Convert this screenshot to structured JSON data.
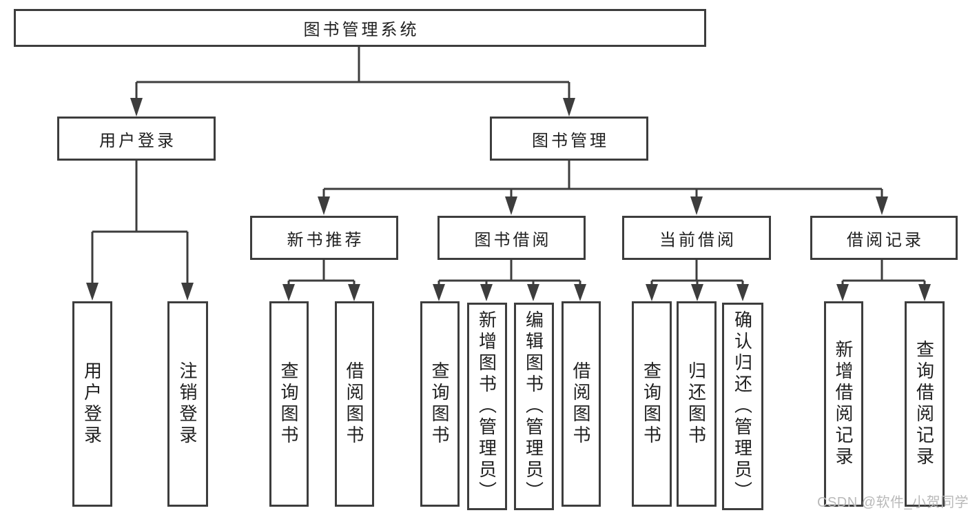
{
  "diagram_title": "图书管理系统",
  "tree": {
    "label": "图书管理系统",
    "children": [
      {
        "label": "用户登录",
        "children": [
          {
            "label": "用户登录"
          },
          {
            "label": "注销登录"
          }
        ]
      },
      {
        "label": "图书管理",
        "children": [
          {
            "label": "新书推荐",
            "children": [
              {
                "label": "查询图书"
              },
              {
                "label": "借阅图书"
              }
            ]
          },
          {
            "label": "图书借阅",
            "children": [
              {
                "label": "查询图书"
              },
              {
                "label": "新增图书（管理员）"
              },
              {
                "label": "编辑图书（管理员）"
              },
              {
                "label": "借阅图书"
              }
            ]
          },
          {
            "label": "当前借阅",
            "children": [
              {
                "label": "查询图书"
              },
              {
                "label": "归还图书"
              },
              {
                "label": "确认归还（管理员）"
              }
            ]
          },
          {
            "label": "借阅记录",
            "children": [
              {
                "label": "新增借阅记录"
              },
              {
                "label": "查询借阅记录"
              }
            ]
          }
        ]
      }
    ]
  },
  "watermark": {
    "text": "CSDN @软件_小贺同学"
  },
  "colors": {
    "line": "#3d3d3d",
    "text": "#1f1f1f",
    "background": "#ffffff",
    "watermark": "#b9b9b9"
  }
}
